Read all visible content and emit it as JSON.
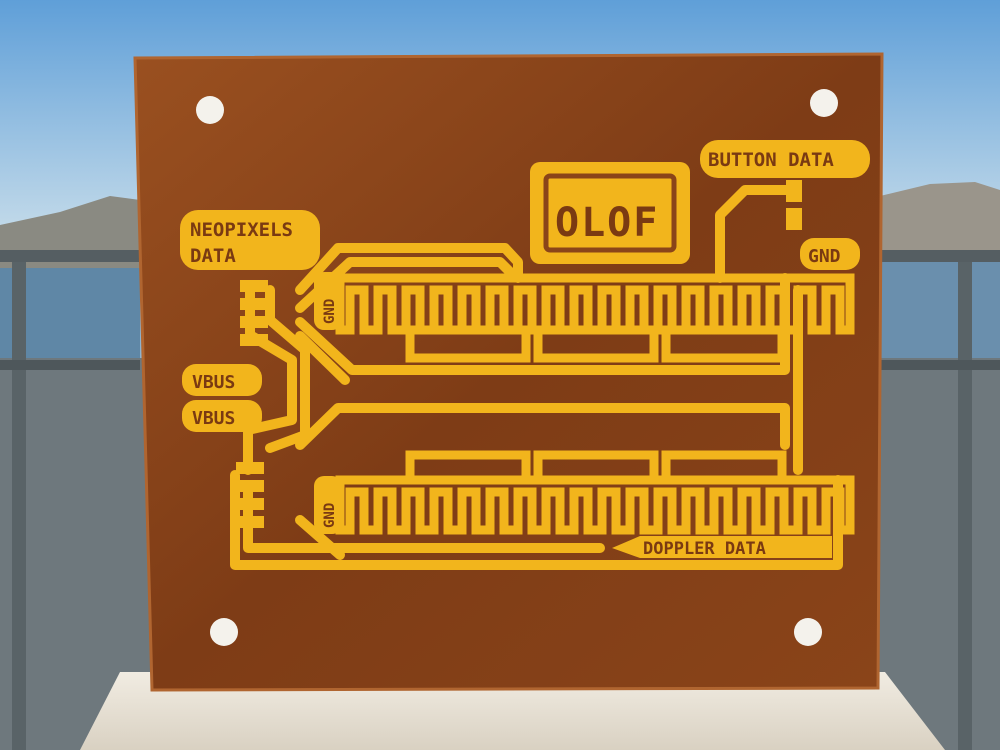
{
  "photo": {
    "subject": "milled PCB",
    "colors": {
      "sky_top": "#5f9fd8",
      "sky_bottom": "#b7d3e8",
      "mountains": "#8c8a80",
      "water": "#6e8fa8",
      "railing": "#6f7a80",
      "board": "#8a4419",
      "board_edge": "#a85a28",
      "copper": "#f2b51c",
      "copper_dark": "#d99a10",
      "stand": "#e8e2d6"
    }
  },
  "labels": {
    "neopixels_line1": "NEOPIXELS",
    "neopixels_line2": "DATA",
    "button_data": "BUTTON DATA",
    "gnd_right": "GND",
    "gnd_top": "GND",
    "gnd_bottom": "GND",
    "vbus_1": "VBUS",
    "vbus_2": "VBUS",
    "doppler_data": "DOPPLER DATA",
    "logo": "OLOF"
  }
}
